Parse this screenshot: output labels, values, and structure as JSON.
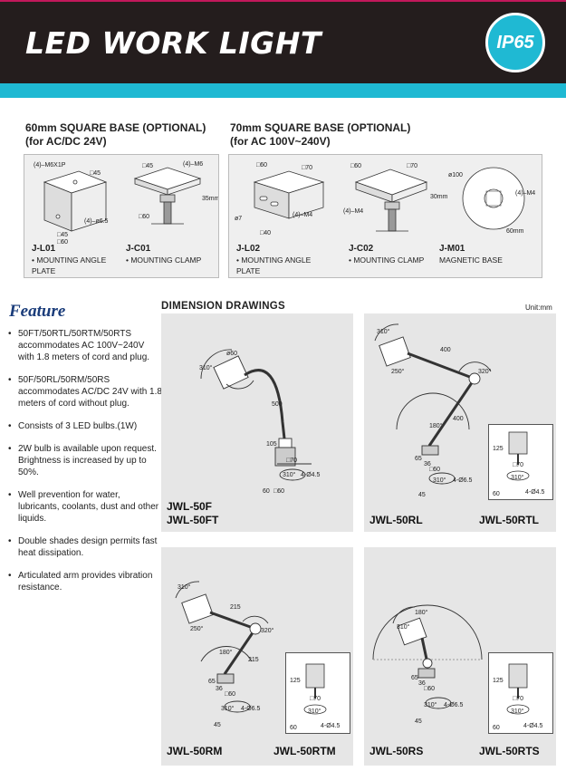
{
  "header": {
    "title": "LED WORK LIGHT",
    "badge": "IP65",
    "accent_color": "#1fb9d3",
    "background_color": "#241d1d"
  },
  "bases": {
    "square60": {
      "heading_line1": "60mm SQUARE BASE (OPTIONAL)",
      "heading_line2": "(for AC/DC 24V)",
      "parts": [
        {
          "code": "J-L01",
          "desc_line1": "• MOUNTING  ANGLE",
          "desc_line2": "PLATE",
          "dims": [
            "(4)–M6X1P",
            "□45",
            "(4)–ø6.5",
            "□45",
            "□60"
          ]
        },
        {
          "code": "J-C01",
          "desc_line1": "• MOUNTING  CLAMP",
          "desc_line2": "",
          "dims": [
            "□45",
            "(4)–M6",
            "35mm",
            "□60"
          ]
        }
      ]
    },
    "square70": {
      "heading_line1": "70mm SQUARE BASE (OPTIONAL)",
      "heading_line2": "(for AC 100V~240V)",
      "parts": [
        {
          "code": "J-L02",
          "desc_line1": "• MOUNTING  ANGLE",
          "desc_line2": "PLATE",
          "dims": [
            "□60",
            "□70",
            "(4)–M4",
            "ø7",
            "□40"
          ]
        },
        {
          "code": "J-C02",
          "desc_line1": "• MOUNTING  CLAMP",
          "desc_line2": "",
          "dims": [
            "□60",
            "□70",
            "(4)–M4",
            "30mm"
          ]
        },
        {
          "code": "J-M01",
          "desc_line1": "MAGNETIC BASE",
          "desc_line2": "",
          "dims": [
            "ø100",
            "(4)–M4",
            "60mm"
          ]
        }
      ]
    }
  },
  "feature": {
    "title": "Feature",
    "items": [
      "50FT/50RTL/50RTM/50RTS accommodates AC 100V~240V with 1.8 meters of cord and plug.",
      "50F/50RL/50RM/50RS accommodates AC/DC 24V with 1.8 meters of cord without plug.",
      "Consists of 3 LED bulbs.(1W)",
      "2W bulb is available upon request. Brightness is increased by up to 50%.",
      "Well prevention for water, lubricants, coolants, dust and other liquids.",
      "Double shades design permits fast heat dissipation.",
      "Articulated arm provides vibration resistance."
    ]
  },
  "dimensions": {
    "title": "DIMENSION DRAWINGS",
    "unit": "Unit:mm",
    "cards": {
      "f": {
        "model1": "JWL-50F",
        "model2": "JWL-50FT",
        "labels": {
          "a": "310°",
          "b": "ø60",
          "c": "500",
          "d": "105",
          "e": "□70",
          "f": "310°",
          "g": "4-Ø4.5",
          "h": "□60",
          "i": "60"
        }
      },
      "r": {
        "model1": "JWL-50RL",
        "model2": "JWL-50RTL",
        "labels": {
          "a": "310°",
          "b": "400",
          "c": "250°",
          "d": "320°",
          "e": "400",
          "f": "180°",
          "g": "65",
          "h": "36",
          "i": "□60",
          "j": "310°",
          "k": "4-Ø6.5",
          "l": "45",
          "m": "125",
          "n": "□70",
          "o": "310°",
          "p": "60",
          "q": "4-Ø4.5"
        }
      },
      "m": {
        "model1": "JWL-50RM",
        "model2": "JWL-50RTM",
        "labels": {
          "a": "310°",
          "b": "215",
          "c": "250°",
          "d": "320°",
          "e": "180°",
          "f": "215",
          "g": "65",
          "h": "36",
          "i": "□60",
          "j": "310°",
          "k": "4-Ø6.5",
          "l": "45",
          "m": "125",
          "n": "□70",
          "o": "310°",
          "p": "60",
          "q": "4-Ø4.5"
        }
      },
      "s": {
        "model1": "JWL-50RS",
        "model2": "JWL-50RTS",
        "labels": {
          "a": "180°",
          "b": "310°",
          "c": "65",
          "d": "36",
          "e": "□60",
          "f": "310°",
          "g": "4-Ø6.5",
          "h": "45",
          "i": "125",
          "j": "□70",
          "k": "310°",
          "l": "60",
          "m": "4-Ø4.5"
        }
      }
    }
  }
}
